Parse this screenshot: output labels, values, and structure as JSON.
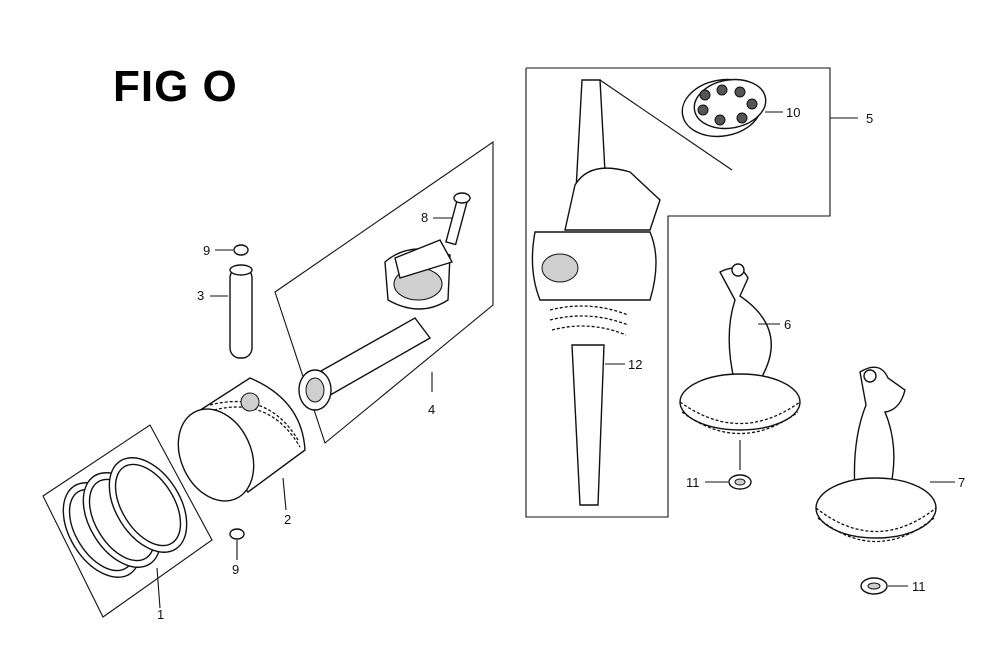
{
  "title": "FIG O",
  "callouts": [
    {
      "id": "c1",
      "label": "1"
    },
    {
      "id": "c2",
      "label": "2"
    },
    {
      "id": "c3",
      "label": "3"
    },
    {
      "id": "c4",
      "label": "4"
    },
    {
      "id": "c5",
      "label": "5"
    },
    {
      "id": "c6",
      "label": "6"
    },
    {
      "id": "c7",
      "label": "7"
    },
    {
      "id": "c8",
      "label": "8"
    },
    {
      "id": "c9a",
      "label": "9"
    },
    {
      "id": "c9b",
      "label": "9"
    },
    {
      "id": "c10",
      "label": "10"
    },
    {
      "id": "c11a",
      "label": "11"
    },
    {
      "id": "c11b",
      "label": "11"
    },
    {
      "id": "c12",
      "label": "12"
    }
  ]
}
